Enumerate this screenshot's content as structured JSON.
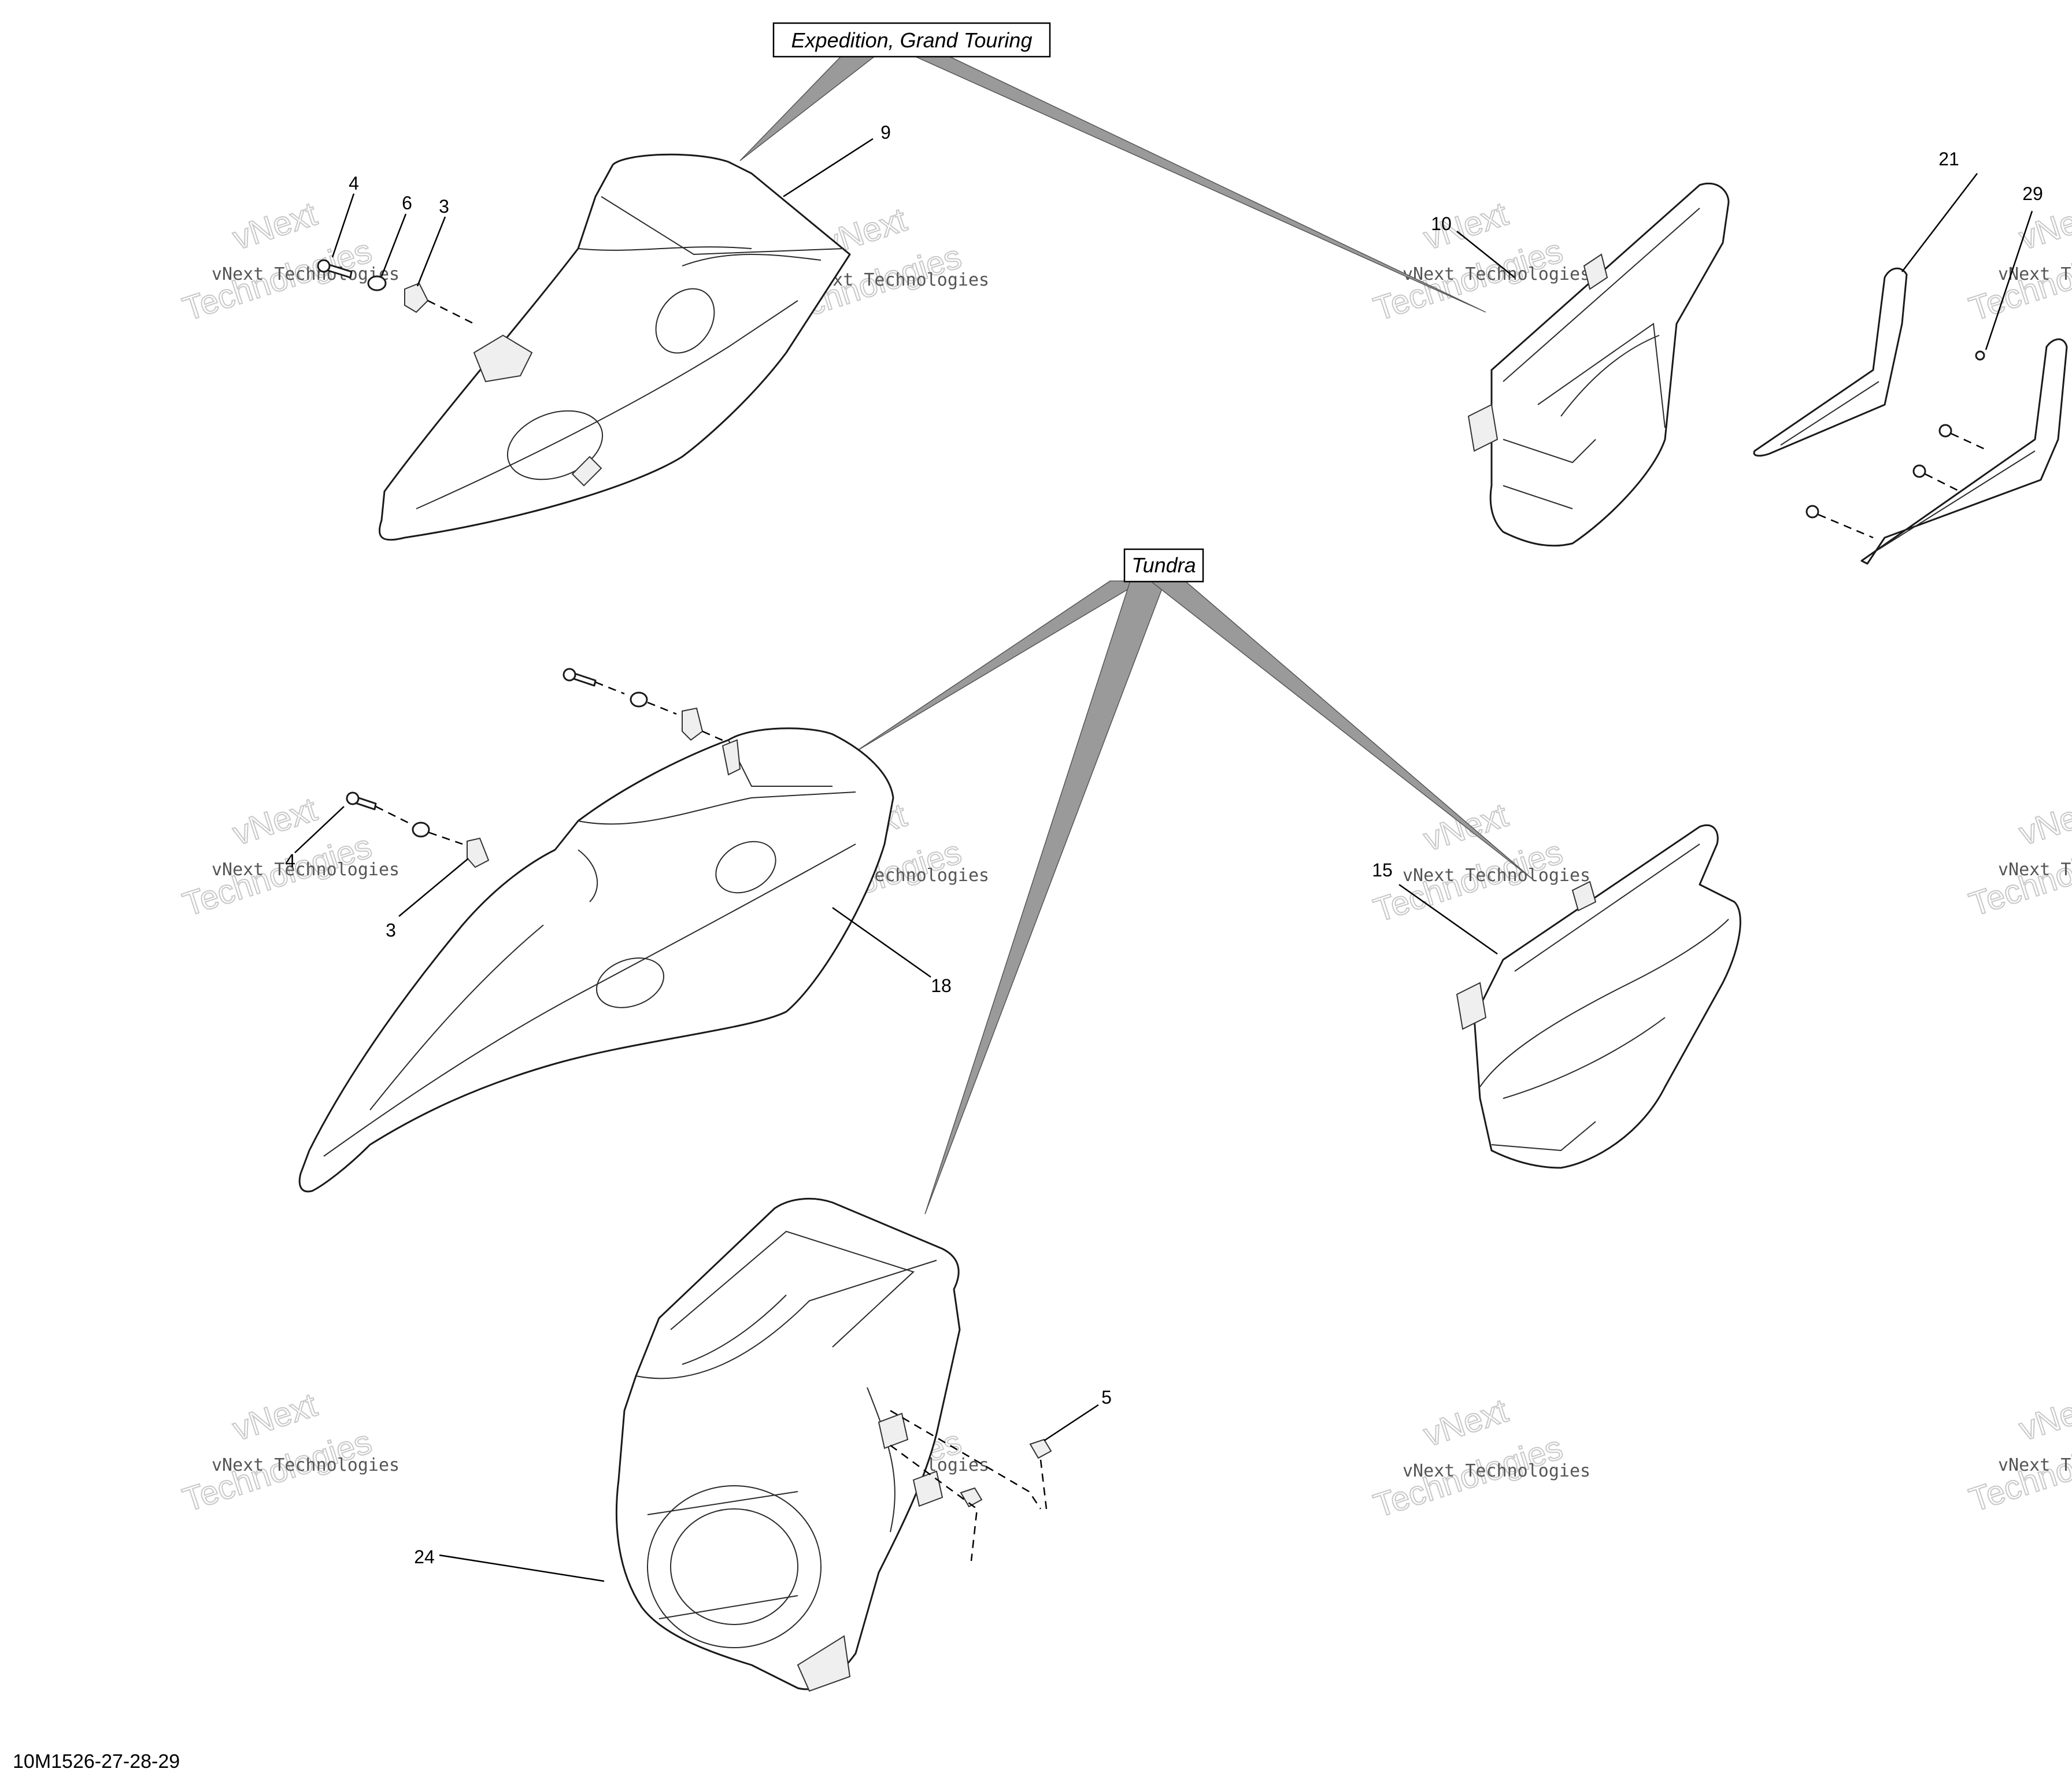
{
  "groups": {
    "expedition": "Expedition, Grand Touring",
    "tundra": "Tundra"
  },
  "callouts": {
    "c4a": "4",
    "c6": "6",
    "c3a": "3",
    "c9": "9",
    "c10": "10",
    "c21": "21",
    "c29": "29",
    "c4b": "4",
    "c3b": "3",
    "c18": "18",
    "c15": "15",
    "c5": "5",
    "c24": "24"
  },
  "watermark": {
    "line1": "vNext Technologies",
    "line2a": "vNext",
    "line2b": "Technologies"
  },
  "footer": {
    "code": "10M1526-27-28-29"
  }
}
